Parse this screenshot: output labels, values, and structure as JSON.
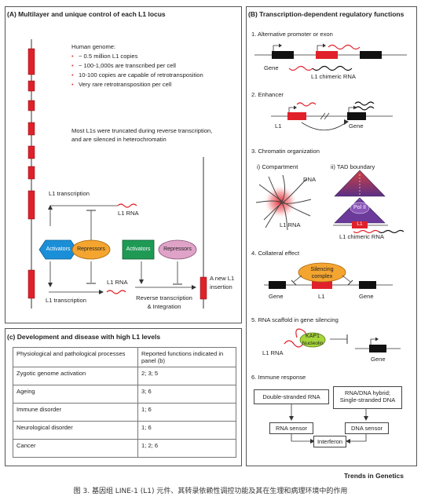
{
  "panel_a": {
    "title": "(A) Multilayer and unique control of each L1 locus",
    "genome_heading": "Human genome:",
    "bullets": [
      "~ 0.5 million L1 copies",
      "~ 100-1,000s are transcribed per cell",
      "10-100 copies are capable of retrotransposition",
      "Very rare retrotransposition per cell"
    ],
    "truncated_note_1": "Most L1s were truncated during reverse transcription,",
    "truncated_note_2": "and are silenced in heterochromatin",
    "l1_transcription_top": "L1 transcription",
    "l1_rna_top": "L1 RNA",
    "activators_hex": "Activators",
    "repressors_oval": "Repressors",
    "activators_box": "Activators",
    "repressors_box": "Repressors",
    "l1_rna_mid": "L1 RNA",
    "l1_transcription_bottom": "L1 transcription",
    "reverse_transcription": "Reverse transcription",
    "integration": "& Integration",
    "new_insertion_1": "A new L1",
    "new_insertion_2": "insertion"
  },
  "panel_b": {
    "title": "(B) Transcription-dependent regulatory functions",
    "s1": "1. Alternative promoter or exon",
    "s1_gene": "Gene",
    "s1_chimeric": "L1 chimeric RNA",
    "s2": "2. Enhancer",
    "s2_l1": "L1",
    "s2_gene": "Gene",
    "s3": "3. Chromatin organization",
    "s3_i": "i) Compartment",
    "s3_ii": "ii) TAD boundary",
    "s3_dna": "DNA",
    "s3_l1rna": "L1 RNA",
    "s3_pol2": "Pol II",
    "s3_l1": "L1",
    "s3_chimeric": "L1 chimeric RNA",
    "s4": "4. Collateral effect",
    "s4_silencing_1": "Silencing",
    "s4_silencing_2": "complex",
    "s4_gene_left": "Gene",
    "s4_l1": "L1",
    "s4_gene_right": "Gene",
    "s5": "5. RNA scaffold in gene silencing",
    "s5_kap1": "KAP1",
    "s5_nucleolin": "Nucleolin",
    "s5_l1rna": "L1 RNA",
    "s5_gene": "Gene",
    "s6": "6. Immune response",
    "s6_dsrna": "Double-stranded RNA",
    "s6_hybrid_1": "RNA/DNA hybrid;",
    "s6_hybrid_2": "Single-stranded DNA",
    "s6_rna_sensor": "RNA sensor",
    "s6_dna_sensor": "DNA sensor",
    "s6_interferon": "Interferon"
  },
  "panel_c": {
    "title": "(c) Development and disease with high L1 levels",
    "headers": [
      "Physiological and pathological processes",
      "Reported functions indicated in panel (b)"
    ],
    "rows": [
      [
        "Zygotic genome activation",
        "2; 3; 5"
      ],
      [
        "Ageing",
        "3; 6"
      ],
      [
        "Immune disorder",
        "1; 6"
      ],
      [
        "Neurological disorder",
        "1; 6"
      ],
      [
        "Cancer",
        "1; 2; 6"
      ]
    ]
  },
  "brand": "Trends in Genetics",
  "caption": "图 3. 基因组 LINE-1 (L1) 元件、其转录依赖性调控功能及其在生理和病理环境中的作用",
  "colors": {
    "l1_red": "#e0202a",
    "activator_blue": "#1a8fd8",
    "repressor_orange": "#f4a530",
    "activator_green": "#1f9a55",
    "repressor_pink": "#dfa3c8",
    "kap1_green": "#a6d63a",
    "tad_purple": "#5a2f86"
  }
}
